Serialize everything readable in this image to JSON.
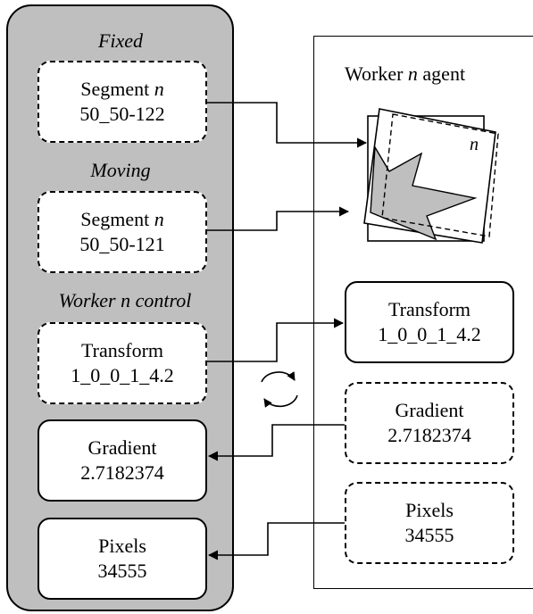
{
  "left_panel": {
    "fixed": {
      "heading": "Fixed",
      "segment": {
        "label": "Segment",
        "var": "n",
        "id": "50_50-122"
      }
    },
    "moving": {
      "heading": "Moving",
      "segment": {
        "label": "Segment",
        "var": "n",
        "id": "50_50-121"
      }
    },
    "control": {
      "heading": "Worker n control",
      "transform": {
        "label": "Transform",
        "value": "1_0_0_1_4.2"
      },
      "gradient": {
        "label": "Gradient",
        "value": "2.7182374"
      },
      "pixels": {
        "label": "Pixels",
        "value": "34555"
      }
    }
  },
  "right_panel": {
    "agent": {
      "prefix": "Worker",
      "var": "n",
      "suffix": "agent"
    },
    "image_label": "n",
    "transform": {
      "label": "Transform",
      "value": "1_0_0_1_4.2"
    },
    "gradient": {
      "label": "Gradient",
      "value": "2.7182374"
    },
    "pixels": {
      "label": "Pixels",
      "value": "34555"
    }
  },
  "colors": {
    "panel_fill": "#bfbfbf",
    "shape_fill": "#bfbfbf",
    "stroke": "#000000",
    "box_fill": "#ffffff"
  },
  "icons": {
    "sync": "circular-arrows-icon",
    "images": "overlapping-images-icon"
  }
}
